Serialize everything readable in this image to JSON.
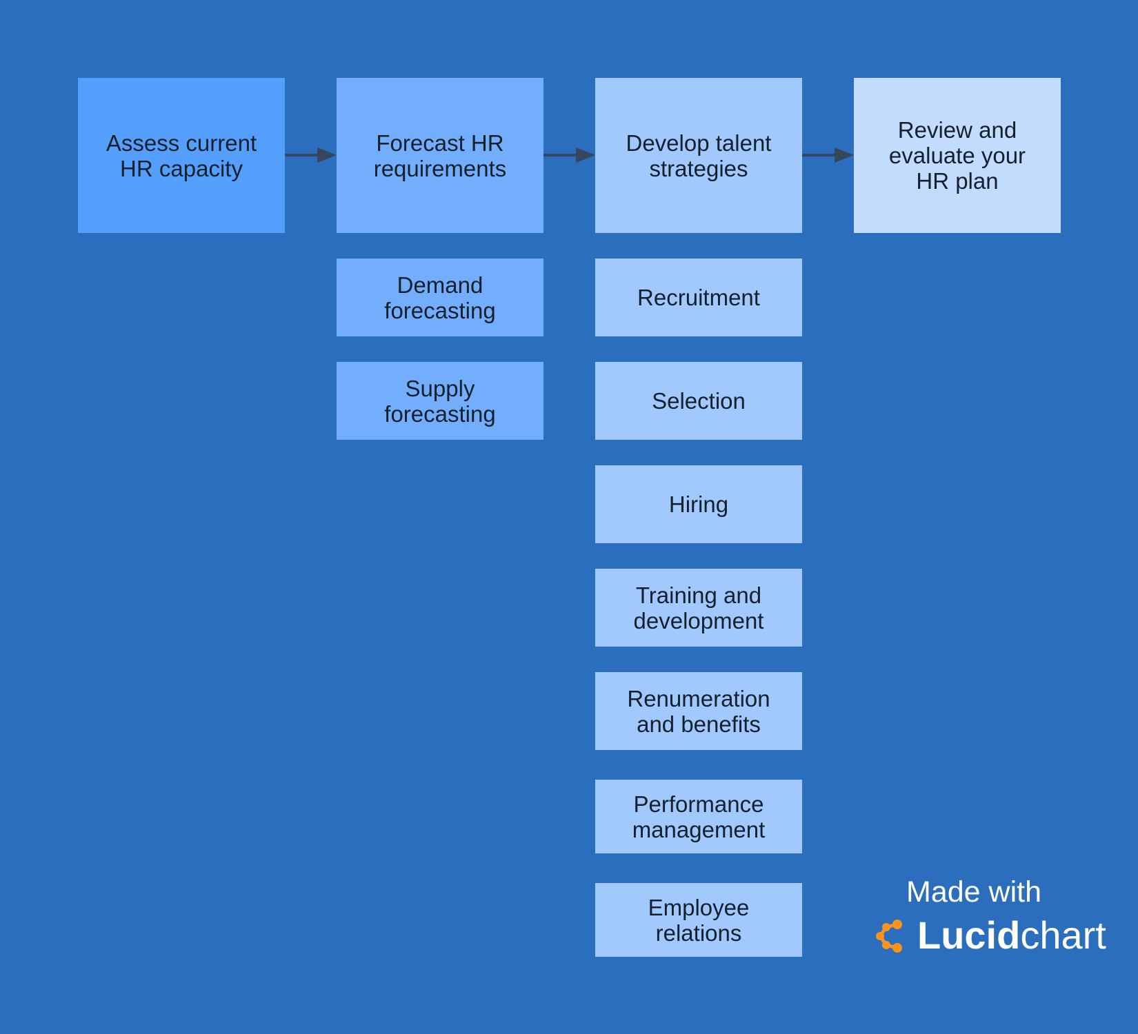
{
  "colors": {
    "background": "#2a6ebd",
    "step1": "#559ffc",
    "step2": "#72aefc",
    "step3": "#a1c9fd",
    "step4": "#c3dcfe",
    "arrow": "#37465a",
    "logo_accent": "#f7931e"
  },
  "steps": [
    {
      "lines": [
        "Assess current",
        "HR capacity"
      ]
    },
    {
      "lines": [
        "Forecast HR",
        "requirements"
      ]
    },
    {
      "lines": [
        "Develop talent",
        "strategies"
      ]
    },
    {
      "lines": [
        "Review and",
        "evaluate your",
        "HR plan"
      ]
    }
  ],
  "forecast_items": [
    {
      "lines": [
        "Demand",
        "forecasting"
      ]
    },
    {
      "lines": [
        "Supply",
        "forecasting"
      ]
    }
  ],
  "strategy_items": [
    {
      "lines": [
        "Recruitment"
      ]
    },
    {
      "lines": [
        "Selection"
      ]
    },
    {
      "lines": [
        "Hiring"
      ]
    },
    {
      "lines": [
        "Training and",
        "development"
      ]
    },
    {
      "lines": [
        "Renumeration",
        "and benefits"
      ]
    },
    {
      "lines": [
        "Performance",
        "management"
      ]
    },
    {
      "lines": [
        "Employee",
        "relations"
      ]
    }
  ],
  "branding": {
    "made_with": "Made with",
    "word_bold": "Lucid",
    "word_light": "chart",
    "logo_icon": "lucidchart-logo-icon"
  }
}
